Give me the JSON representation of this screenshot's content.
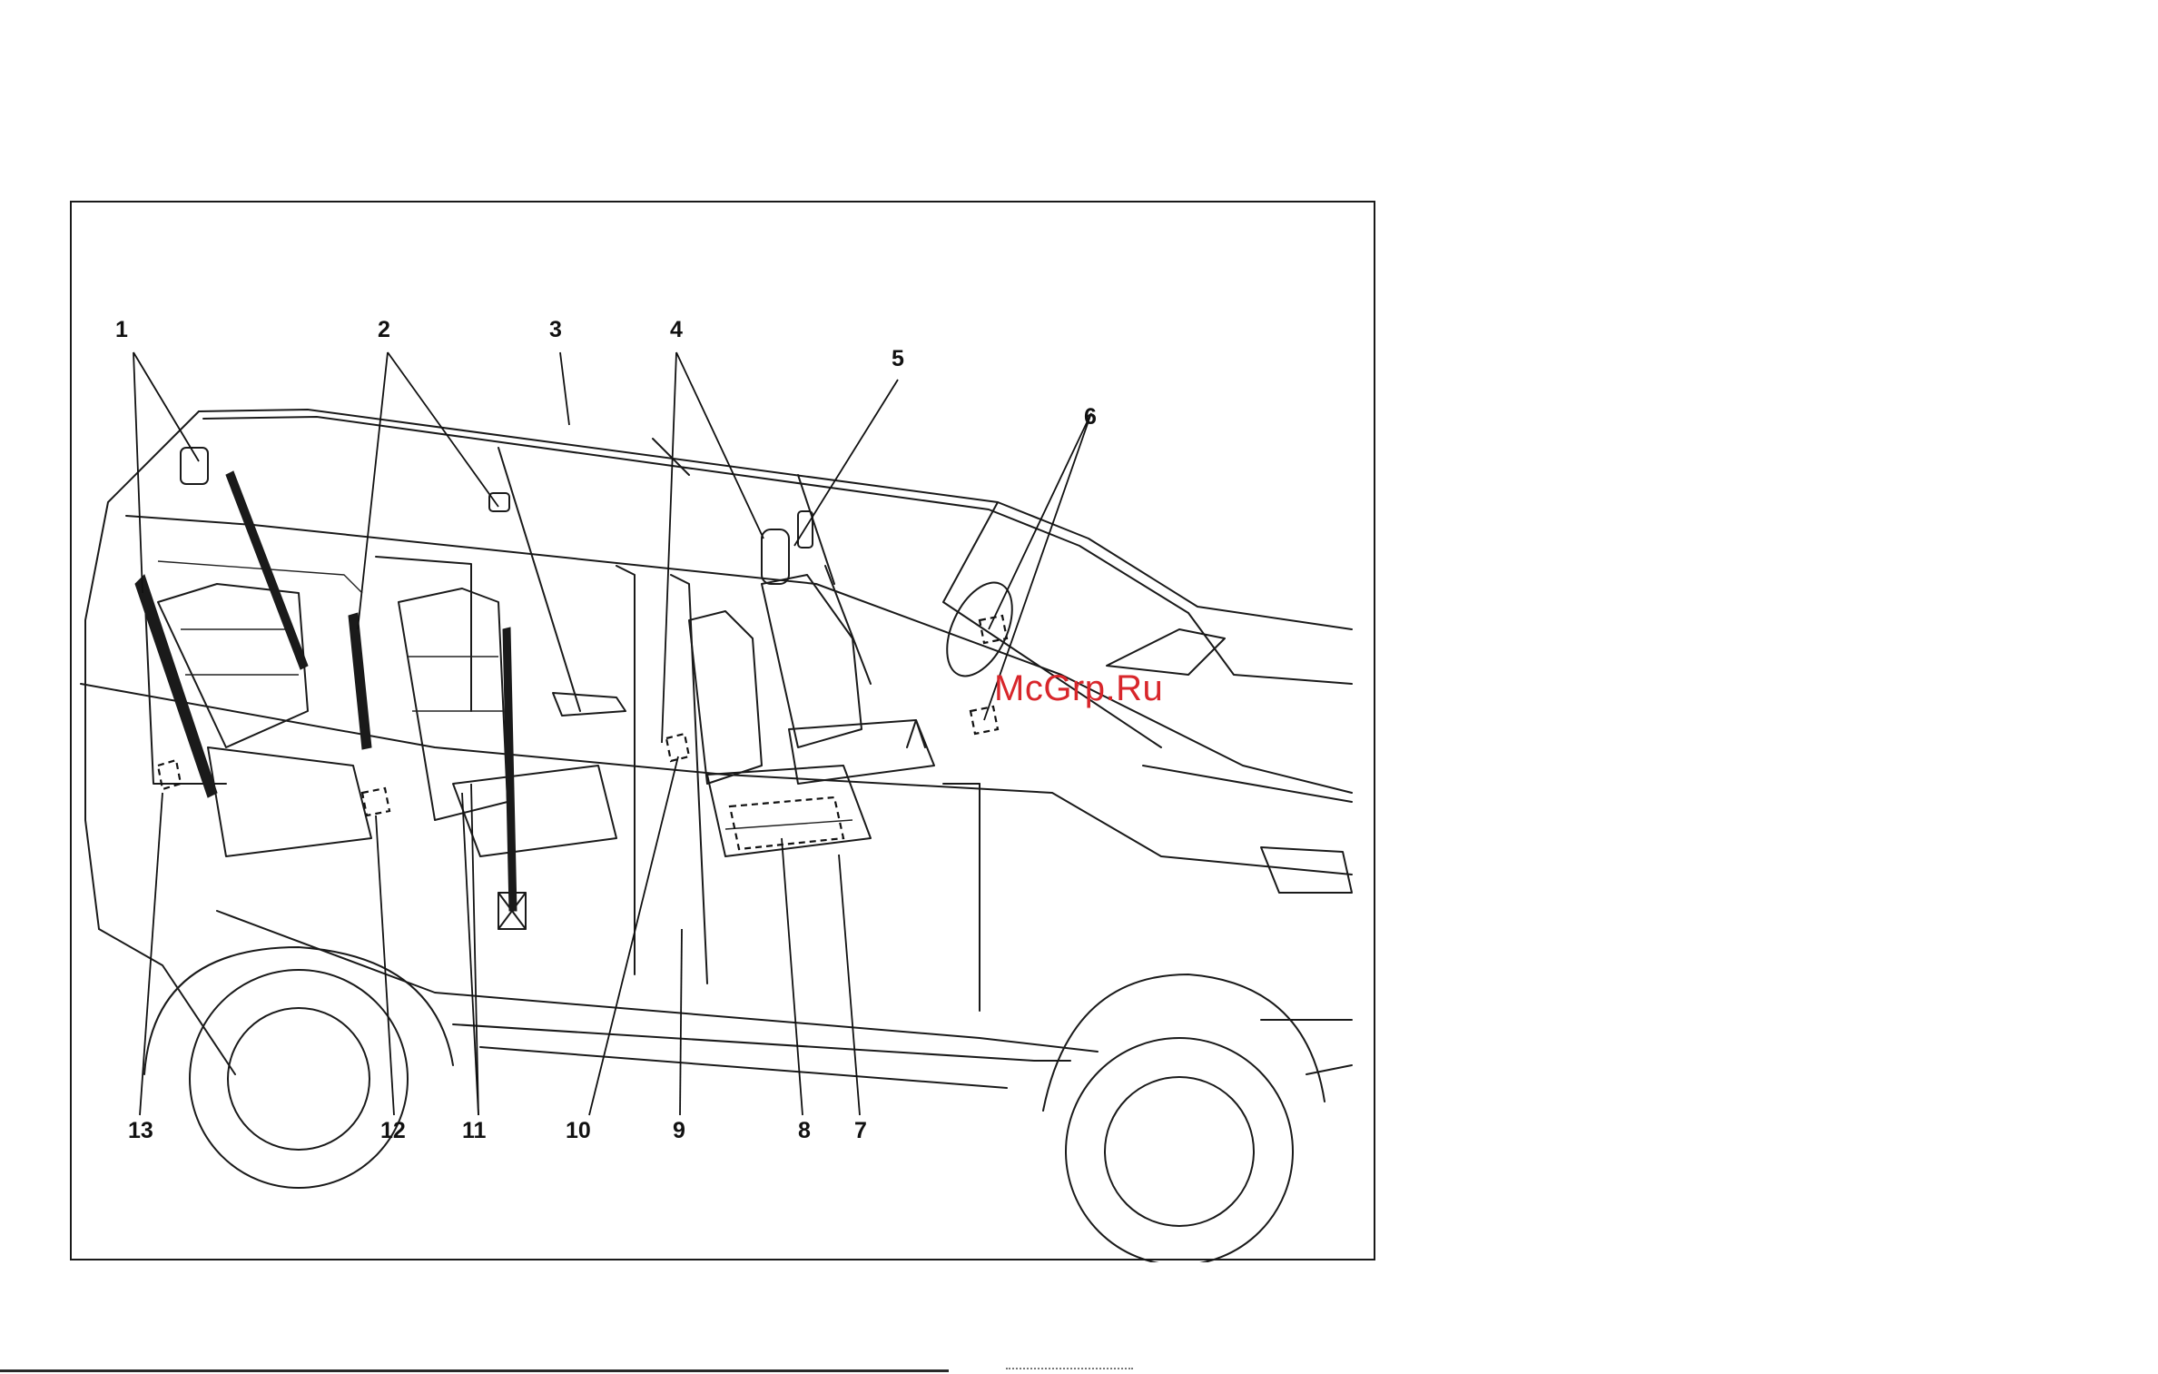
{
  "callouts": {
    "c1": "1",
    "c2": "2",
    "c3": "3",
    "c4": "4",
    "c5": "5",
    "c6": "6",
    "c7": "7",
    "c8": "8",
    "c9": "9",
    "c10": "10",
    "c11": "11",
    "c12": "12",
    "c13": "13"
  },
  "watermark": "McGrp.Ru",
  "colors": {
    "line": "#1a1a1a",
    "watermark": "#d8262b",
    "background": "#ffffff"
  }
}
